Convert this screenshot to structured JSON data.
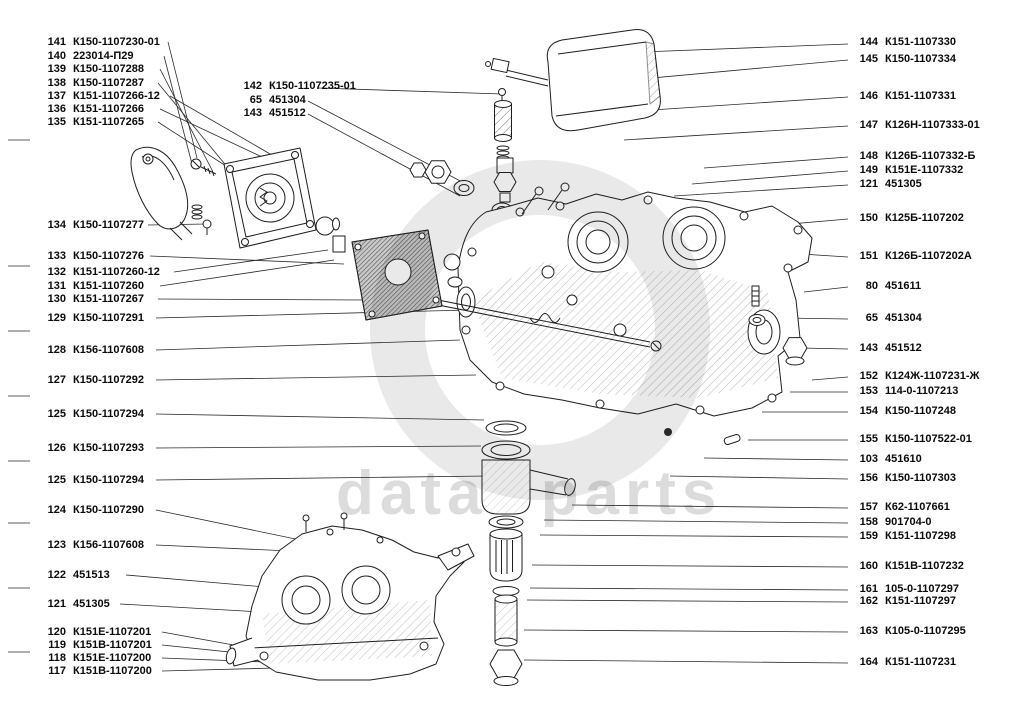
{
  "watermark": {
    "text": "data parts"
  },
  "colors": {
    "background": "#ffffff",
    "label_text": "#0a0a0a",
    "line": "#1e1e1e",
    "watermark": "#d9d9d9"
  },
  "left_labels": [
    {
      "num": "141",
      "code": "К150-1107230-01"
    },
    {
      "num": "140",
      "code": "223014-П29"
    },
    {
      "num": "139",
      "code": "К150-1107288"
    },
    {
      "num": "138",
      "code": "К150-1107287"
    },
    {
      "num": "137",
      "code": "К151-1107266-12"
    },
    {
      "num": "136",
      "code": "К151-1107266"
    },
    {
      "num": "135",
      "code": "К151-1107265"
    },
    {
      "num": "134",
      "code": "К150-1107277"
    },
    {
      "num": "133",
      "code": "К150-1107276"
    },
    {
      "num": "132",
      "code": "К151-1107260-12"
    },
    {
      "num": "131",
      "code": "К151-1107260"
    },
    {
      "num": "130",
      "code": "К151-1107267"
    },
    {
      "num": "129",
      "code": "К150-1107291"
    },
    {
      "num": "128",
      "code": "К156-1107608"
    },
    {
      "num": "127",
      "code": "К150-1107292"
    },
    {
      "num": "125",
      "code": "К150-1107294"
    },
    {
      "num": "126",
      "code": "К150-1107293"
    },
    {
      "num": "125",
      "code": "К150-1107294"
    },
    {
      "num": "124",
      "code": "К150-1107290"
    },
    {
      "num": "123",
      "code": "К156-1107608"
    },
    {
      "num": "122",
      "code": "451513"
    },
    {
      "num": "121",
      "code": "451305"
    },
    {
      "num": "120",
      "code": "К151Е-1107201"
    },
    {
      "num": "119",
      "code": "К151В-1107201"
    },
    {
      "num": "118",
      "code": "К151Е-1107200"
    },
    {
      "num": "117",
      "code": "К151В-1107200"
    }
  ],
  "center_labels": [
    {
      "num": "142",
      "code": "К150-1107235-01"
    },
    {
      "num": "65",
      "code": "451304"
    },
    {
      "num": "143",
      "code": "451512"
    }
  ],
  "right_labels": [
    {
      "num": "144",
      "code": "К151-1107330"
    },
    {
      "num": "145",
      "code": "К150-1107334"
    },
    {
      "num": "146",
      "code": "К151-1107331"
    },
    {
      "num": "147",
      "code": "К126Н-1107333-01"
    },
    {
      "num": "148",
      "code": "К126Б-1107332-Б"
    },
    {
      "num": "149",
      "code": "К151Е-1107332"
    },
    {
      "num": "121",
      "code": "451305"
    },
    {
      "num": "150",
      "code": "К125Б-1107202"
    },
    {
      "num": "151",
      "code": "К126Б-1107202А"
    },
    {
      "num": "80",
      "code": "451611"
    },
    {
      "num": "65",
      "code": "451304"
    },
    {
      "num": "143",
      "code": "451512"
    },
    {
      "num": "152",
      "code": "К124Ж-1107231-Ж"
    },
    {
      "num": "153",
      "code": "114-0-1107213"
    },
    {
      "num": "154",
      "code": "К150-1107248"
    },
    {
      "num": "155",
      "code": "К150-1107522-01"
    },
    {
      "num": "103",
      "code": "451610"
    },
    {
      "num": "156",
      "code": "К150-1107303"
    },
    {
      "num": "157",
      "code": "К62-1107661"
    },
    {
      "num": "158",
      "code": "901704-0"
    },
    {
      "num": "159",
      "code": "К151-1107298"
    },
    {
      "num": "160",
      "code": "К151В-1107232"
    },
    {
      "num": "161",
      "code": "105-0-1107297"
    },
    {
      "num": "162",
      "code": "К151-1107297"
    },
    {
      "num": "163",
      "code": "К105-0-1107295"
    },
    {
      "num": "164",
      "code": "К151-1107231"
    }
  ]
}
